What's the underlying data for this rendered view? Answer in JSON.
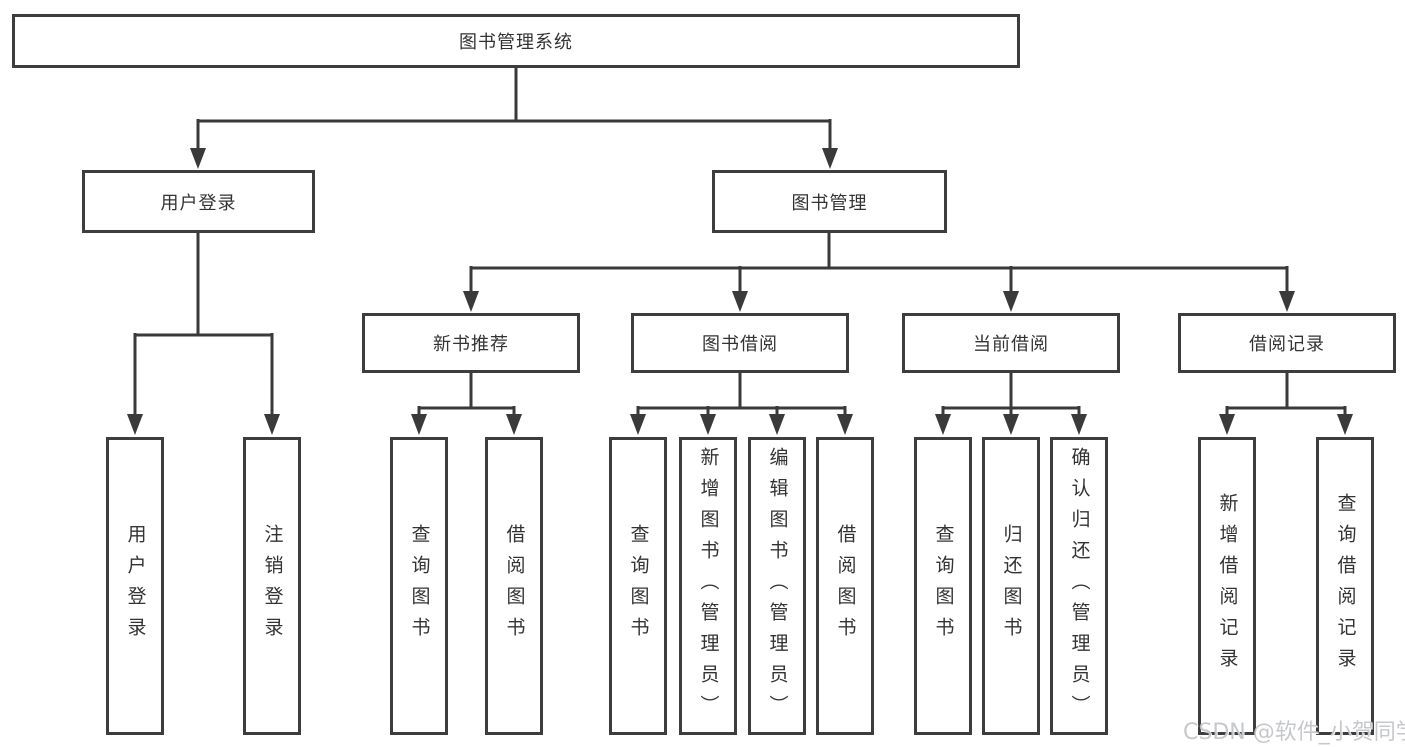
{
  "colors": {
    "line-color": "#3a3a3a",
    "border-color": "#3d3d3d",
    "text-color": "#333333",
    "watermark-color": "#c3c6ca",
    "bg-color": "#ffffff"
  },
  "diagram": {
    "title": "图书管理系统",
    "children": [
      {
        "label": "用户登录",
        "children": [
          {
            "label": "用户登录"
          },
          {
            "label": "注销登录"
          }
        ]
      },
      {
        "label": "图书管理",
        "children": [
          {
            "label": "新书推荐",
            "children": [
              {
                "label": "查询图书"
              },
              {
                "label": "借阅图书"
              }
            ]
          },
          {
            "label": "图书借阅",
            "children": [
              {
                "label": "查询图书"
              },
              {
                "label": "新增图书（管理员）"
              },
              {
                "label": "编辑图书（管理员）"
              },
              {
                "label": "借阅图书"
              }
            ]
          },
          {
            "label": "当前借阅",
            "children": [
              {
                "label": "查询图书"
              },
              {
                "label": "归还图书"
              },
              {
                "label": "确认归还（管理员）"
              }
            ]
          },
          {
            "label": "借阅记录",
            "children": [
              {
                "label": "新增借阅记录"
              },
              {
                "label": "查询借阅记录"
              }
            ]
          }
        ]
      }
    ]
  },
  "watermark": "CSDN @软件_小贺同学"
}
